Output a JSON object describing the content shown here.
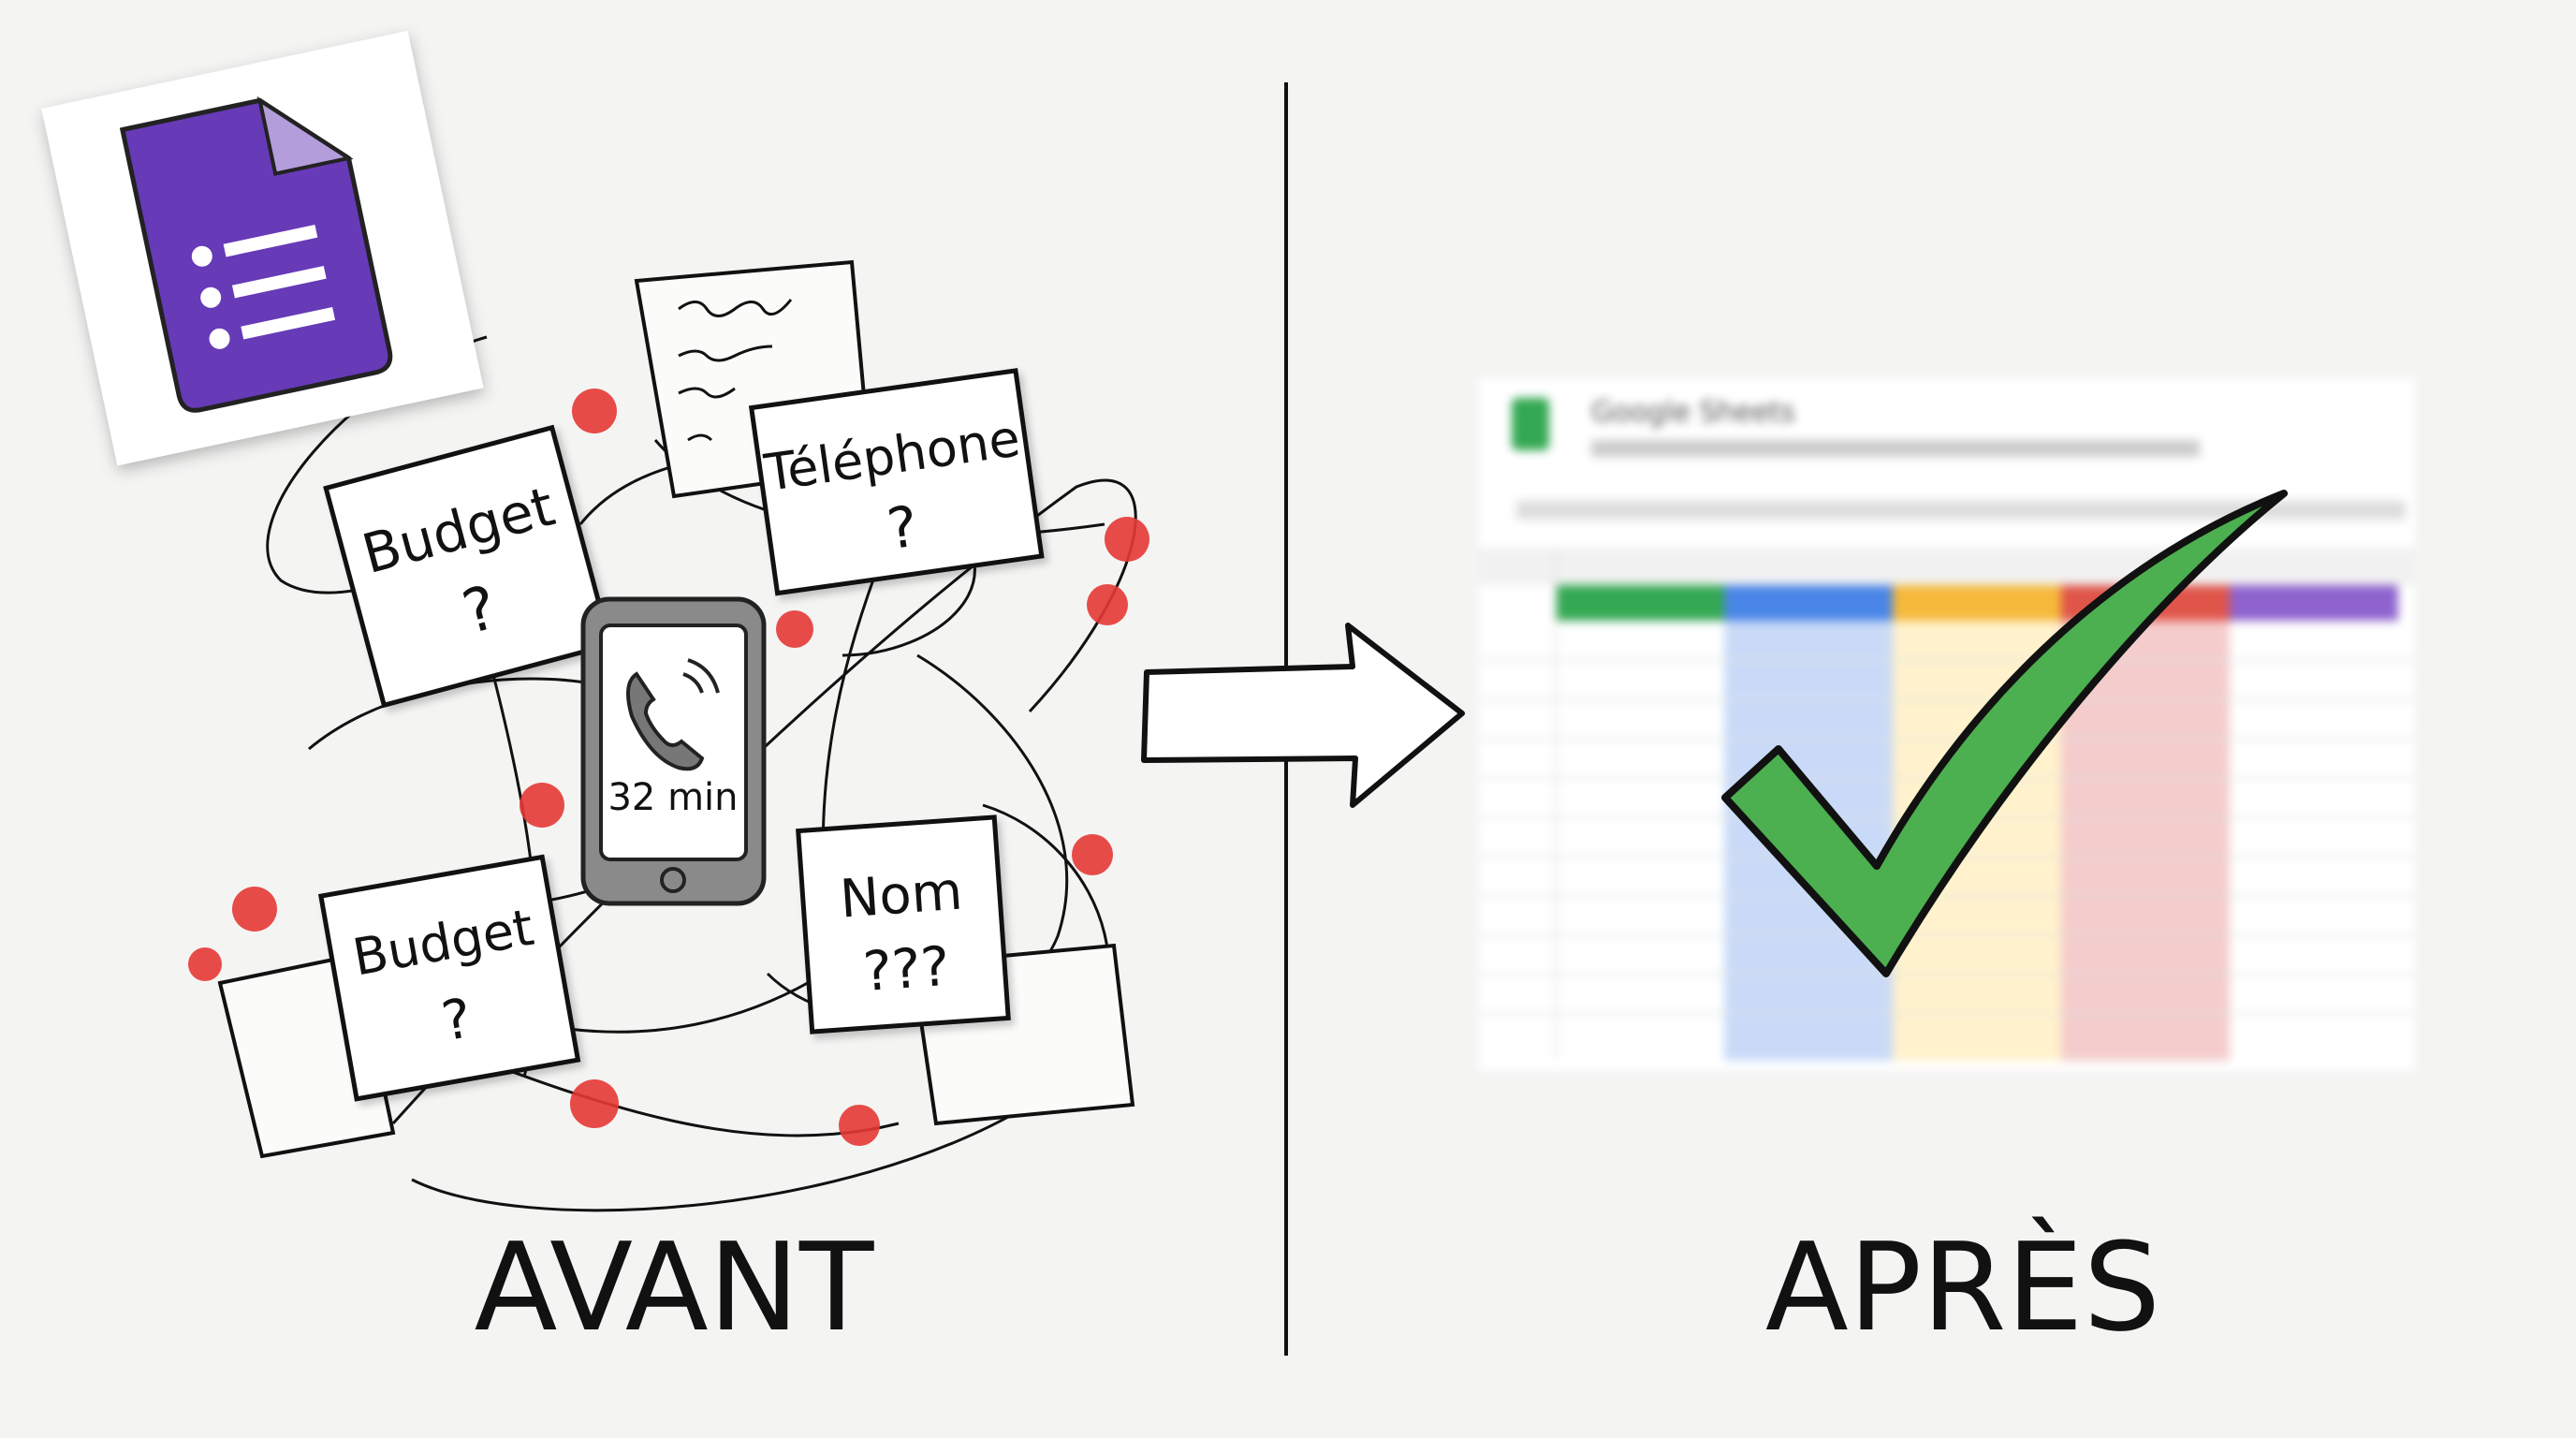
{
  "left_panel": {
    "label": "AVANT",
    "notes": [
      {
        "title": "Budget",
        "mark": "?"
      },
      {
        "title": "Téléphone",
        "mark": "?"
      },
      {
        "title": "Budget",
        "mark": "?"
      },
      {
        "title": "Nom",
        "mark": "???"
      }
    ],
    "phone": {
      "call_duration": "32 min",
      "icon": "phone-call-icon"
    },
    "app_icon": "google-forms-icon",
    "accent_colors": {
      "forms_purple": "#673ab7",
      "alert_red": "#e53935"
    }
  },
  "right_panel": {
    "label": "APRÈS",
    "spreadsheet": {
      "app_name": "Google Sheets",
      "header_colors": [
        "#34a853",
        "#4a86e8",
        "#f6b93b",
        "#e0554a",
        "#8e63ce"
      ],
      "column_colors": [
        "#ffffff",
        "#c9daf8",
        "#fff2cc",
        "#f4cccc",
        "#ffffff"
      ]
    },
    "checkmark_icon": "green-checkmark-icon",
    "checkmark_color": "#4caf50"
  },
  "transition_icon": "right-arrow-icon"
}
